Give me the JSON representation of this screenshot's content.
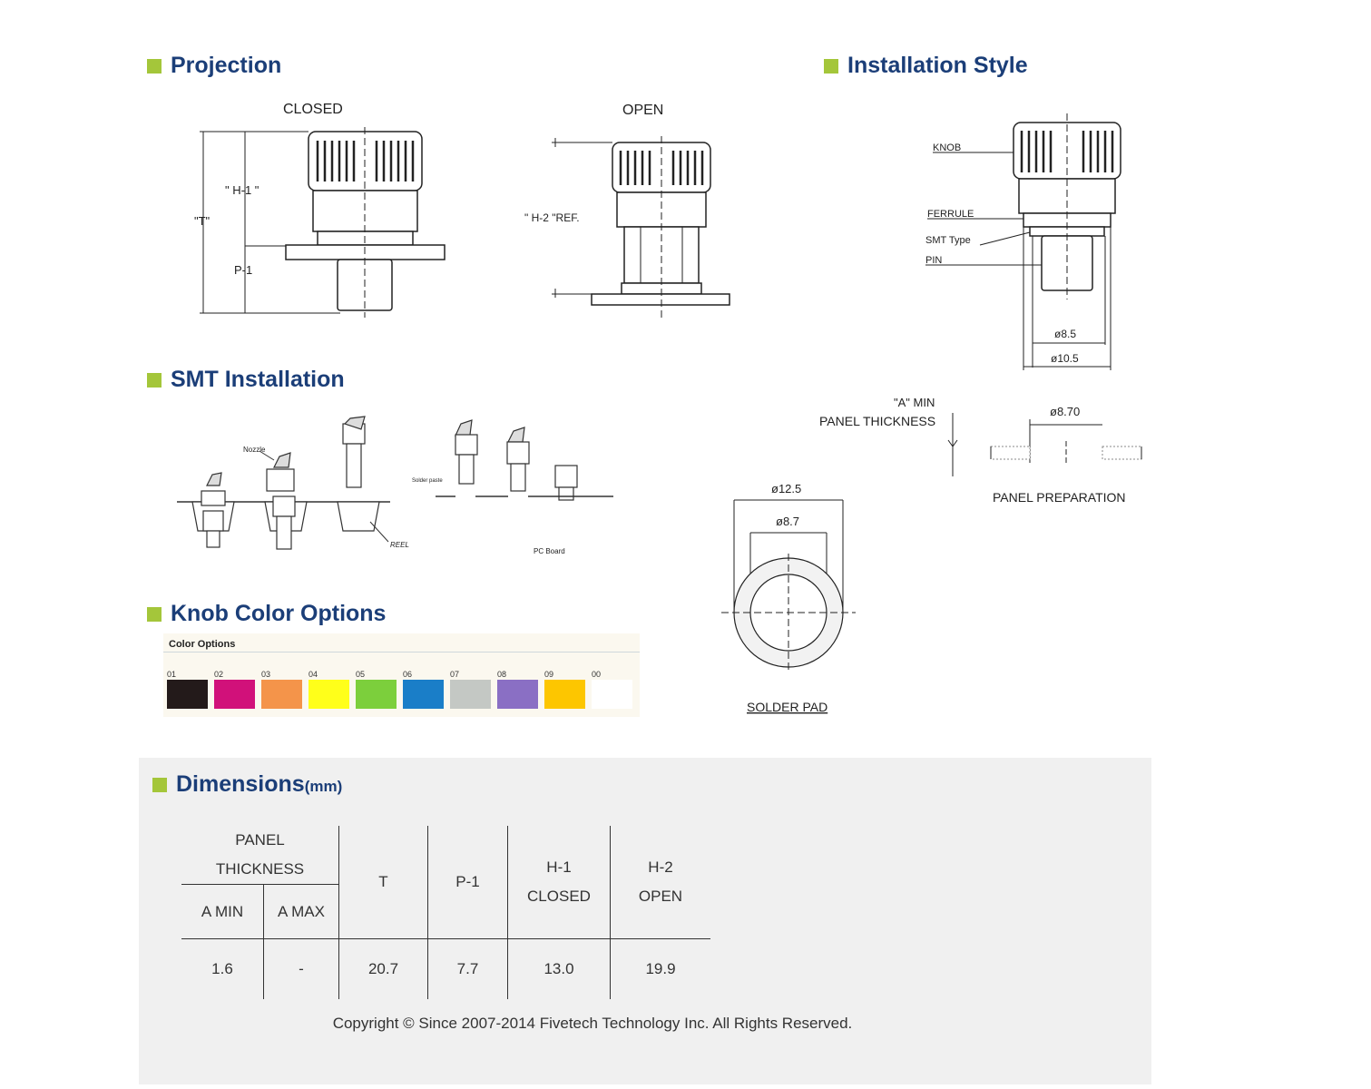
{
  "sections": {
    "projection": "Projection",
    "installation_style": "Installation Style",
    "smt_installation": "SMT Installation",
    "knob_color": "Knob Color Options",
    "dimensions": "Dimensions",
    "dimensions_unit": "(mm)"
  },
  "projection": {
    "closed_label": "CLOSED",
    "open_label": "OPEN",
    "h1_label": "\" H-1 \"",
    "t_label": "\"T\"",
    "p1_label": "P-1",
    "h2_label": "\" H-2 \"REF."
  },
  "installation": {
    "knob": "KNOB",
    "ferrule": "FERRULE",
    "smt_type": "SMT Type",
    "pin": "PIN",
    "d85": "ø8.5",
    "d105": "ø10.5",
    "a_min": "\"A\" MIN",
    "panel_thickness": "PANEL THICKNESS",
    "d870": "ø8.70",
    "panel_prep": "PANEL PREPARATION",
    "d125": "ø12.5",
    "d87": "ø8.7",
    "solder_pad": "SOLDER PAD"
  },
  "smt": {
    "nozzle": "Nozzle",
    "reel": "REEL",
    "solder_paste": "Solder paste",
    "pc_board": "PC Board"
  },
  "colors": {
    "header": "Color Options",
    "options": [
      {
        "code": "01",
        "hex": "#231a1a"
      },
      {
        "code": "02",
        "hex": "#d1117a"
      },
      {
        "code": "03",
        "hex": "#f4944a"
      },
      {
        "code": "04",
        "hex": "#ffff1a"
      },
      {
        "code": "05",
        "hex": "#7ccf3c"
      },
      {
        "code": "06",
        "hex": "#1a7ec8"
      },
      {
        "code": "07",
        "hex": "#c4c8c4"
      },
      {
        "code": "08",
        "hex": "#8a6fc4"
      },
      {
        "code": "09",
        "hex": "#fdc600"
      },
      {
        "code": "00",
        "hex": "#ffffff"
      }
    ]
  },
  "table": {
    "panel_thickness_1": "PANEL",
    "panel_thickness_2": "THICKNESS",
    "a_min": "A MIN",
    "a_max": "A MAX",
    "t": "T",
    "p1": "P-1",
    "h1_1": "H-1",
    "h1_2": "CLOSED",
    "h2_1": "H-2",
    "h2_2": "OPEN",
    "row": [
      "1.6",
      "-",
      "20.7",
      "7.7",
      "13.0",
      "19.9"
    ]
  },
  "copyright": "Copyright © Since 2007-2014 Fivetech Technology Inc. All Rights Reserved."
}
